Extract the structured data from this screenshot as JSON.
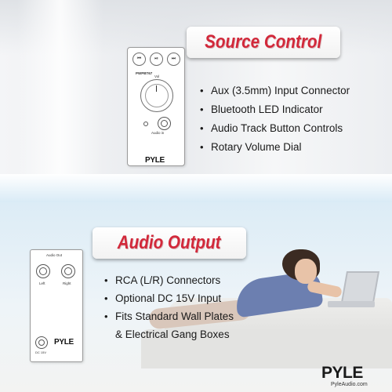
{
  "source_section": {
    "title": "Source Control",
    "features": [
      "Aux (3.5mm) Input Connector",
      "Bluetooth LED Indicator",
      "Audio Track Button Controls",
      "Rotary Volume Dial"
    ],
    "remote": {
      "buttons": [
        "⏮",
        "⏯",
        "⏭"
      ],
      "model": "PWPBT67",
      "vol_label": "Vol",
      "audio_in_label": "Audio in",
      "logo": "PYLE"
    }
  },
  "audio_section": {
    "title": "Audio Output",
    "features": [
      "RCA (L/R) Connectors",
      "Optional DC 15V Input",
      "Fits Standard Wall Plates",
      "& Electrical Gang Boxes"
    ],
    "plate": {
      "title": "Audio Out",
      "left_label": "Left",
      "right_label": "Right",
      "dc_label": "DC 15V",
      "logo": "PYLE"
    }
  },
  "brand": {
    "logo": "PYLE",
    "url": "PyleAudio.com"
  },
  "colors": {
    "accent": "#d2283a",
    "text": "#1a1a1a"
  }
}
